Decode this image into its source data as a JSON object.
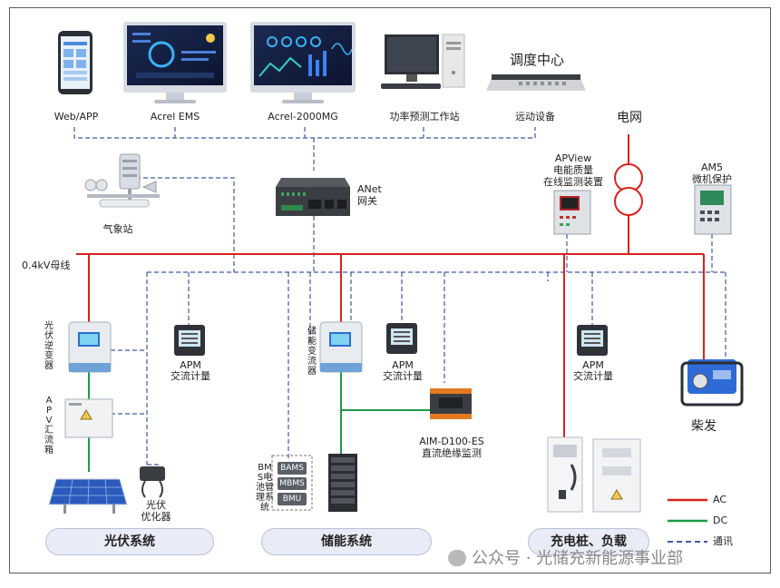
{
  "colors": {
    "ac": "#d9231d",
    "dc": "#1f9a4a",
    "comm": "#3d5aa6"
  },
  "top_devices": [
    {
      "label": "Web/APP",
      "icon": "phone-icon"
    },
    {
      "label": "Acrel EMS",
      "icon": "monitor-icon"
    },
    {
      "label": "Acrel-2000MG",
      "icon": "monitor-icon"
    },
    {
      "label": "功率预测工作站",
      "icon": "workstation-icon"
    },
    {
      "label": "远动设备",
      "icon": "rack-device-icon"
    }
  ],
  "dispatch_center": "调度中心",
  "grid_label": "电网",
  "weather_station": "气象站",
  "anet": {
    "line1": "ANet",
    "line2": "网关"
  },
  "apview": {
    "line1": "APView",
    "line2": "电能质量",
    "line3": "在线监测装置"
  },
  "am5": {
    "line1": "AM5",
    "line2": "微机保护"
  },
  "bus_label": "0.4kV母线",
  "pv_inverter": "光伏逆变器",
  "pv_combiner": "APV汇流箱",
  "pv_optimizer": {
    "line1": "光伏",
    "line2": "优化器"
  },
  "ess_converter": "储能变流器",
  "apm_meters": [
    {
      "line1": "APM",
      "line2": "交流计量"
    },
    {
      "line1": "APM",
      "line2": "交流计量"
    },
    {
      "line1": "APM",
      "line2": "交流计量"
    }
  ],
  "aim": {
    "line1": "AIM-D100-ES",
    "line2": "直流绝缘监测"
  },
  "bms": {
    "title": "BMS电池管理系统",
    "items": [
      "BAMS",
      "MBMS",
      "BMU"
    ]
  },
  "diesel": "柴发",
  "sections": [
    "光伏系统",
    "储能系统",
    "充电桩、负载"
  ],
  "legend": [
    {
      "label": "AC",
      "color": "#d9231d"
    },
    {
      "label": "DC",
      "color": "#1f9a4a"
    },
    {
      "label": "通讯",
      "color": "#3d5aa6"
    }
  ],
  "watermark": "公众号 · 光储充新能源事业部"
}
